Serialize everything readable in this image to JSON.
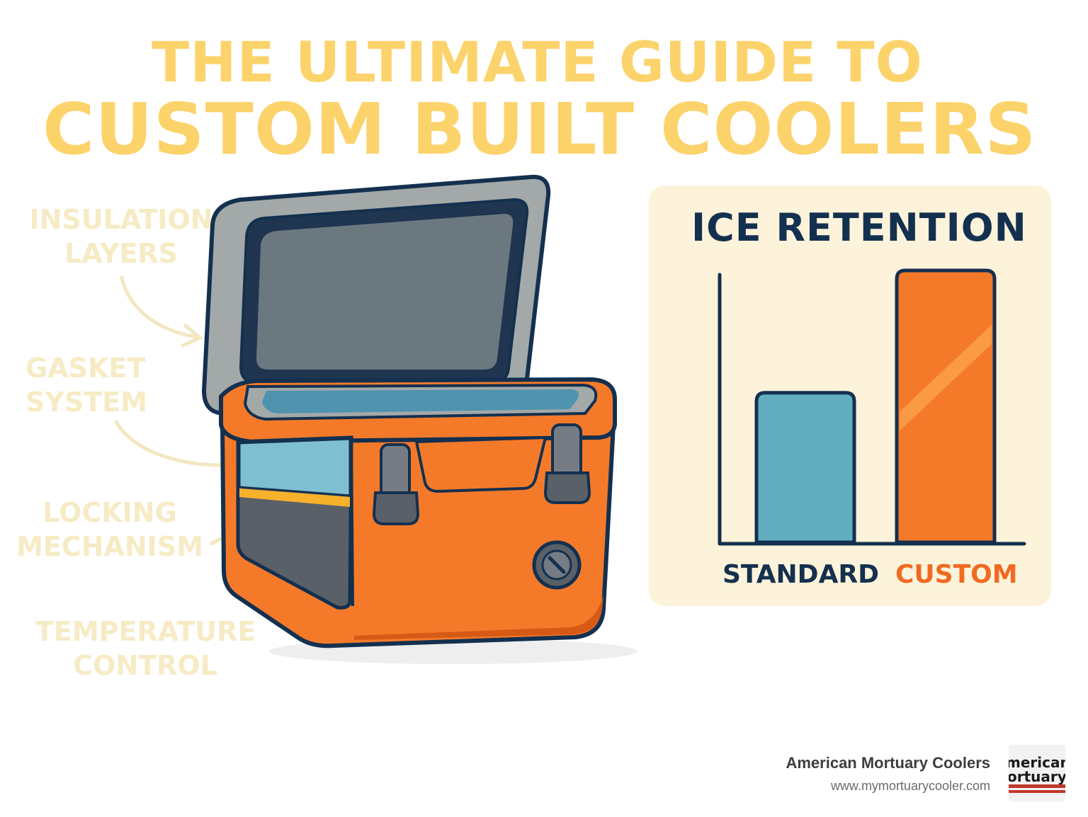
{
  "title": {
    "line1": "THE ULTIMATE GUIDE TO",
    "line2": "CUSTOM BUILT COOLERS"
  },
  "callouts": [
    "INSULATION LAYERS",
    "GASKET SYSTEM",
    "LOCKING MECHANISM",
    "TEMPERATURE CONTROL"
  ],
  "callout_lines": {
    "insulation": [
      "INSULATION",
      "LAYERS"
    ],
    "gasket": [
      "GASKET",
      "SYSTEM"
    ],
    "locking": [
      "LOCKING",
      "MECHANISM"
    ],
    "temperature": [
      "TEMPERATURE",
      "CONTROL"
    ]
  },
  "chart_data": {
    "type": "bar",
    "title": "ICE RETENTION",
    "categories": [
      "STANDARD",
      "CUSTOM"
    ],
    "values": [
      55,
      100
    ],
    "ylim": [
      0,
      100
    ],
    "grid": false,
    "colors": [
      "#62aec1",
      "#f47a2a"
    ]
  },
  "brand": {
    "name": "American Mortuary Coolers",
    "url": "www.mymortuarycooler.com",
    "logo_text": "American Mortuary"
  },
  "colors": {
    "title": "#fcd36b",
    "callout": "#f6ebc5",
    "cooler_body": "#f47a2a",
    "cooler_lid": "#9aa0a0",
    "cooler_inner": "#4f93ae",
    "outline": "#14304f",
    "panel_bg": "#fdf3da"
  }
}
